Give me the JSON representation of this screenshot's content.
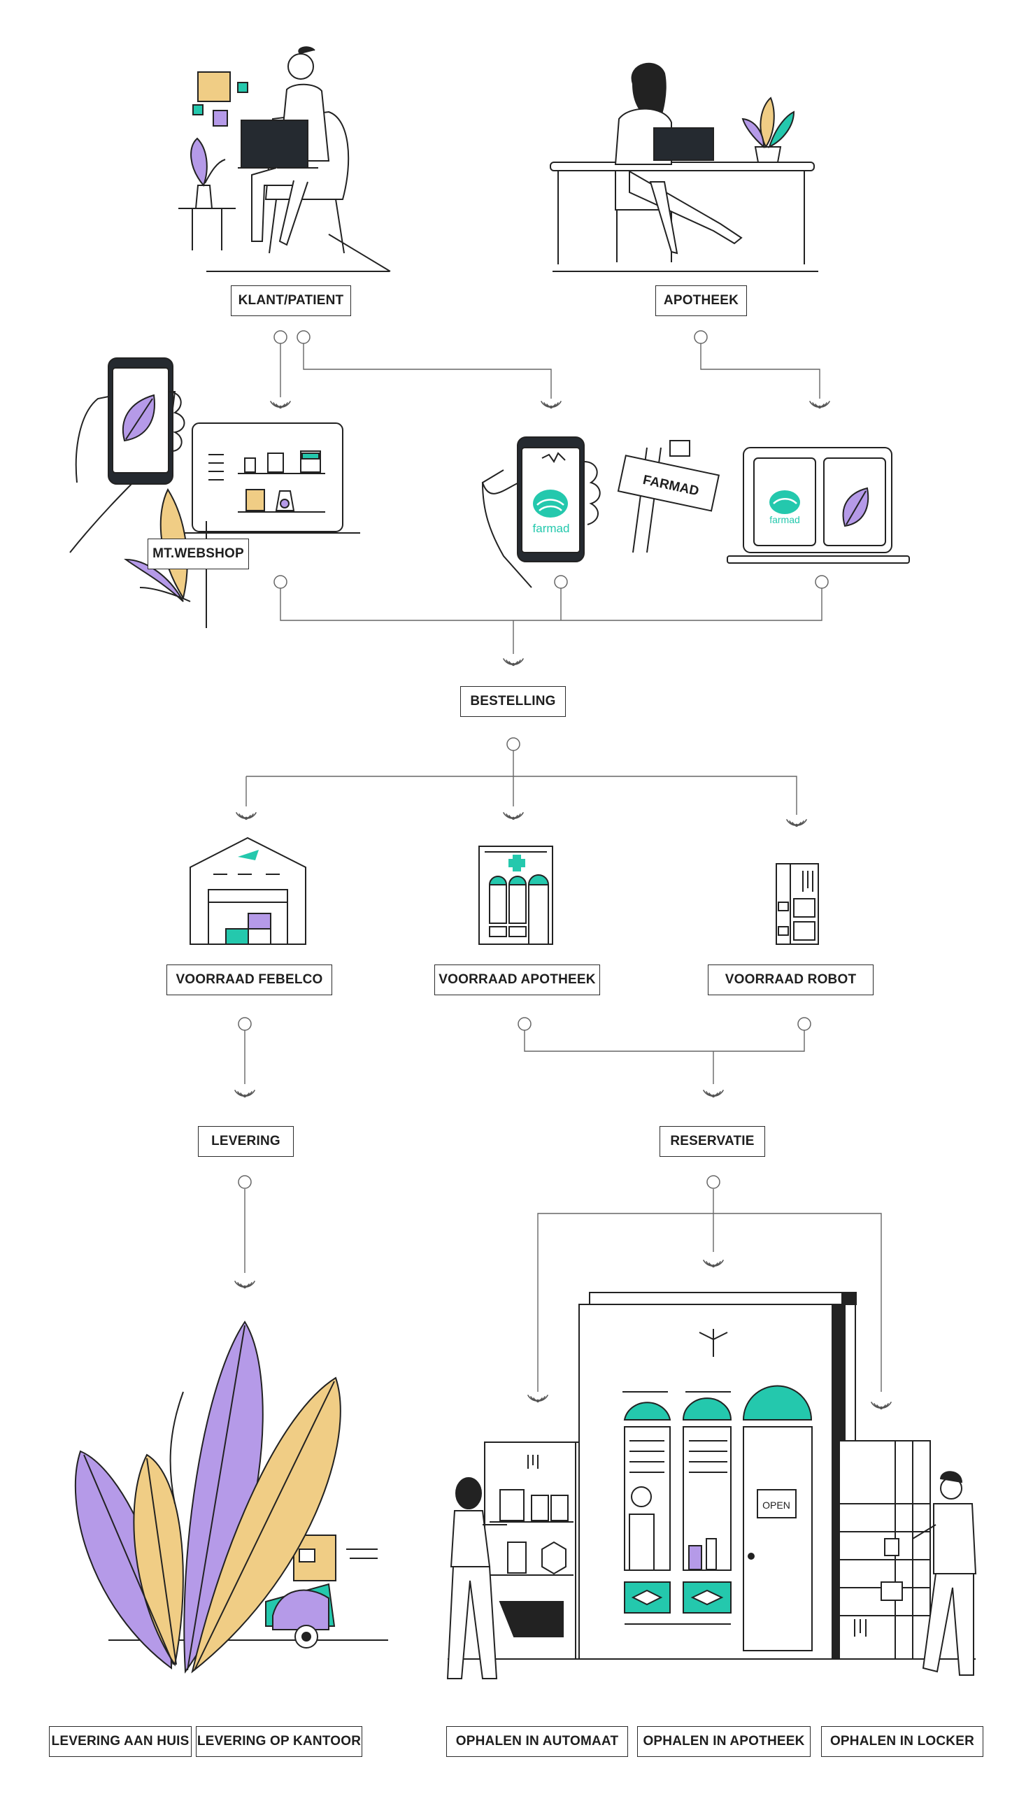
{
  "labels": {
    "klant": "KLANT/PATIENT",
    "apotheek": "APOTHEEK",
    "webshop": "MT.WEBSHOP",
    "bestelling": "BESTELLING",
    "voorraad_febelco": "VOORRAAD FEBELCO",
    "voorraad_apotheek": "VOORRAAD APOTHEEK",
    "voorraad_robot": "VOORRAAD ROBOT",
    "levering": "LEVERING",
    "reservatie": "RESERVATIE",
    "levering_aan_huis": "LEVERING AAN HUIS",
    "levering_op_kantoor": "LEVERING OP KANTOOR",
    "ophalen_automaat": "OPHALEN IN AUTOMAAT",
    "ophalen_apotheek": "OPHALEN IN APOTHEEK",
    "ophalen_locker": "OPHALEN IN LOCKER"
  },
  "signs": {
    "farmad_sign": "FARMAD",
    "farmad_brand": "farmad",
    "open_sign": "OPEN"
  },
  "colors": {
    "purple": "#b59ae8",
    "yellow": "#f0cd85",
    "teal": "#24c8ad",
    "ink": "#1e1e1e",
    "line": "#555555"
  }
}
